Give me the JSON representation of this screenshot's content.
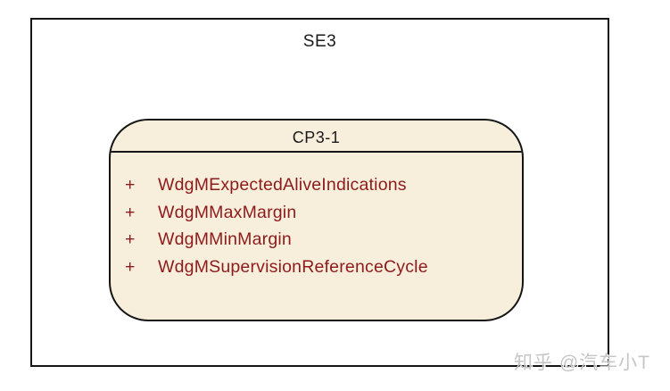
{
  "diagram": {
    "outer_box": {
      "title": "SE3",
      "border_color": "#151515",
      "fill_color": "#ffffff"
    },
    "inner_box": {
      "title": "CP3-1",
      "fill_color": "#f8eedc",
      "border_color": "#151515",
      "text_color": "#8e1b1b",
      "items": [
        {
          "prefix": "+",
          "label": "WdgMExpectedAliveIndications"
        },
        {
          "prefix": "+",
          "label": "WdgMMaxMargin"
        },
        {
          "prefix": "+",
          "label": "WdgMMinMargin"
        },
        {
          "prefix": "+",
          "label": "WdgMSupervisionReferenceCycle"
        }
      ]
    }
  },
  "watermark": {
    "text": "知乎 @汽车小T",
    "color": "#c6c6c6"
  }
}
